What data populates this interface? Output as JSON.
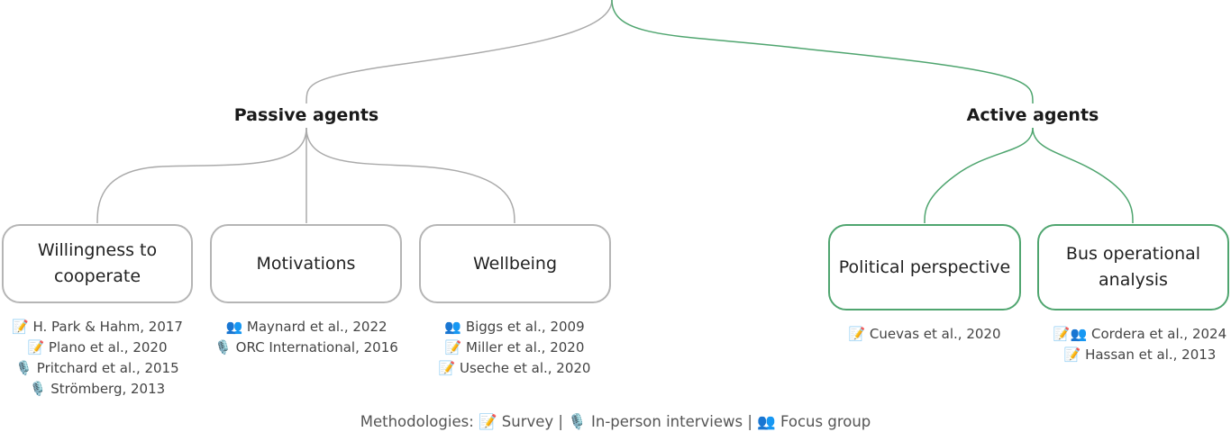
{
  "groups": [
    {
      "label": "Passive agents",
      "color": "#aaaaaa",
      "categories": [
        {
          "label": "Willingness to cooperate",
          "refs": [
            "📝 H. Park & Hahm, 2017",
            "📝 Plano et al., 2020",
            "🎙️ Pritchard et al., 2015",
            "🎙️ Strömberg, 2013"
          ]
        },
        {
          "label": "Motivations",
          "refs": [
            "👥 Maynard et al., 2022",
            "🎙️ ORC International, 2016"
          ]
        },
        {
          "label": "Wellbeing",
          "refs": [
            "👥 Biggs et al., 2009",
            "📝 Miller et al., 2020",
            "📝 Useche et al., 2020"
          ]
        }
      ]
    },
    {
      "label": "Active agents",
      "color": "#4fa56f",
      "categories": [
        {
          "label": "Political perspective",
          "refs": [
            "📝 Cuevas et al., 2020"
          ]
        },
        {
          "label": "Bus operational analysis",
          "refs": [
            "📝👥 Cordera et al., 2024",
            "📝 Hassan et al., 2013"
          ]
        }
      ]
    }
  ],
  "legend": "Methodologies: 📝 Survey | 🎙️ In-person interviews | 👥 Focus group"
}
